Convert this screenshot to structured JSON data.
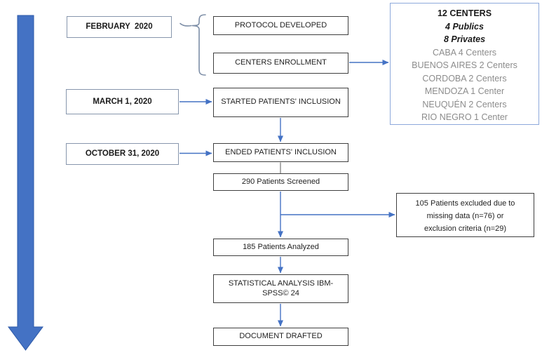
{
  "diagram": {
    "timeline": {
      "february": "FEBRUARY  2020",
      "march": "MARCH 1, 2020",
      "october": "OCTOBER 31, 2020"
    },
    "steps": {
      "protocol": "PROTOCOL DEVELOPED",
      "enrollment": "CENTERS ENROLLMENT",
      "started_inclusion": "STARTED PATIENTS' INCLUSION",
      "ended_inclusion": "ENDED PATIENTS' INCLUSION",
      "screened": "290 Patients Screened",
      "analyzed": "185 Patients Analyzed",
      "statistical_analysis": "STATISTICAL ANALYSIS IBM-SPSS© 24",
      "drafted": "DOCUMENT DRAFTED"
    },
    "centers_box": {
      "title": "12 CENTERS",
      "publics": "4 Publics",
      "privates": "8 Privates",
      "list": [
        "CABA 4 Centers",
        "BUENOS AIRES 2 Centers",
        "CORDOBA 2 Centers",
        "MENDOZA 1 Center",
        "NEUQUÉN 2 Centers",
        "RIO NEGRO 1 Center"
      ]
    },
    "exclusion_box": {
      "line1": "105 Patients excluded due to",
      "line2": "missing data (n=76) or",
      "line3": "exclusion criteria (n=29)"
    },
    "colors": {
      "arrow_blue": "#4472C4",
      "big_arrow_edge": "#2E5AA8",
      "step_border": "#3F3F3F",
      "date_border": "#8796AC",
      "centers_border": "#8EA9DB",
      "gray_text": "#8C8C8C",
      "gray_connector": "#808080",
      "brace": "#7C8DA6"
    }
  }
}
